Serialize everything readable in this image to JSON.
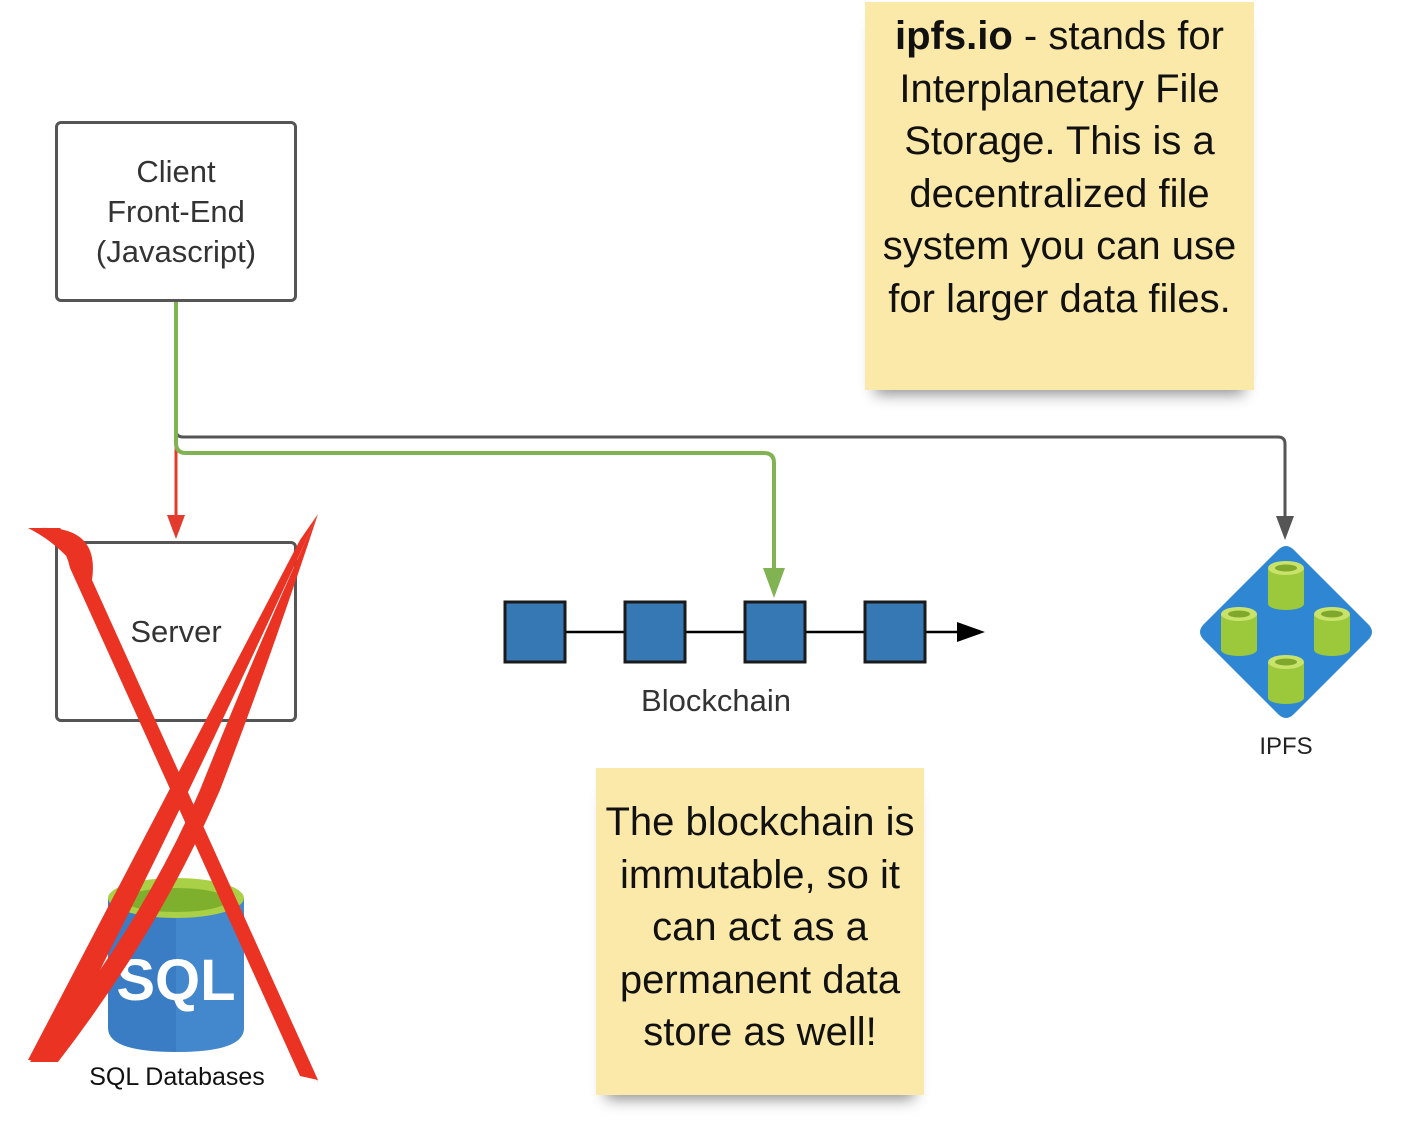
{
  "diagram": {
    "client_line1": "Client",
    "client_line2": "Front-End",
    "client_line3": "(Javascript)",
    "server_label": "Server",
    "blockchain_label": "Blockchain",
    "ipfs_label": "IPFS",
    "sql_label": "SQL Databases",
    "sql_logo_text": "SQL",
    "note_ipfs_bold": "ipfs.io",
    "note_ipfs_rest": " - stands for Interplanetary File Storage. This is a decentralized file system you can use for larger data files.",
    "note_blockchain": "The blockchain is immutable, so it can act as a permanent data store as well!"
  },
  "colors": {
    "green_connector": "#82b353",
    "red_connector": "#e33b2e",
    "gray_connector": "#555555",
    "block_fill": "#3678b4",
    "note_fill": "#fbe9a9",
    "cross_red": "#ea3323"
  },
  "icons": [
    "ipfs-icon",
    "sql-database-icon",
    "red-x-icon",
    "arrow-icon"
  ]
}
